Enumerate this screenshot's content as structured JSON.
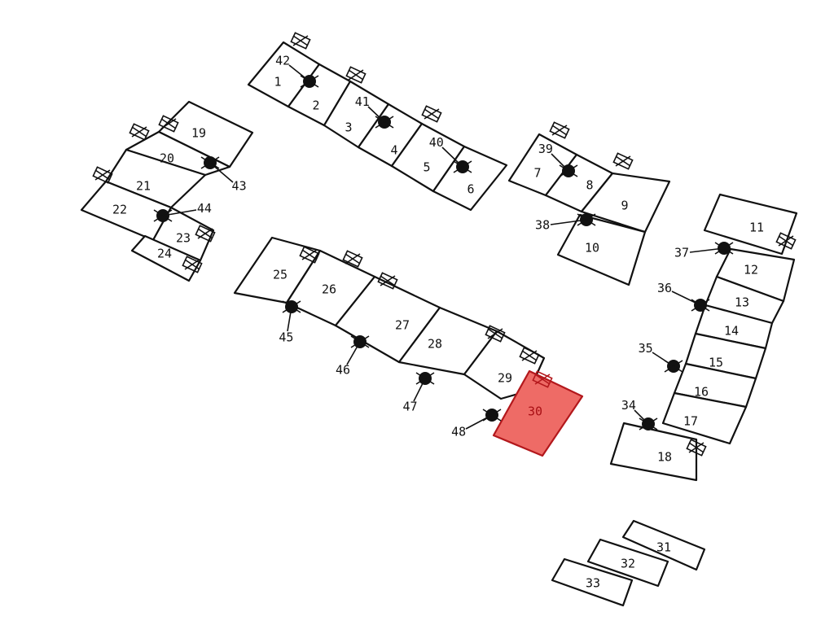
{
  "map": {
    "highlight_color": "#ee6b66",
    "highlighted_unit": "30",
    "units": [
      {
        "label": "1"
      },
      {
        "label": "2"
      },
      {
        "label": "3"
      },
      {
        "label": "4"
      },
      {
        "label": "5"
      },
      {
        "label": "6"
      },
      {
        "label": "7"
      },
      {
        "label": "8"
      },
      {
        "label": "9"
      },
      {
        "label": "10"
      },
      {
        "label": "11"
      },
      {
        "label": "12"
      },
      {
        "label": "13"
      },
      {
        "label": "14"
      },
      {
        "label": "15"
      },
      {
        "label": "16"
      },
      {
        "label": "17"
      },
      {
        "label": "18"
      },
      {
        "label": "19"
      },
      {
        "label": "20"
      },
      {
        "label": "21"
      },
      {
        "label": "22"
      },
      {
        "label": "23"
      },
      {
        "label": "24"
      },
      {
        "label": "25"
      },
      {
        "label": "26"
      },
      {
        "label": "27"
      },
      {
        "label": "28"
      },
      {
        "label": "29"
      },
      {
        "label": "30"
      },
      {
        "label": "31"
      },
      {
        "label": "32"
      },
      {
        "label": "33"
      }
    ],
    "mech_rooms": [
      {
        "label": "34"
      },
      {
        "label": "35"
      },
      {
        "label": "36"
      },
      {
        "label": "37"
      },
      {
        "label": "38"
      },
      {
        "label": "39"
      },
      {
        "label": "40"
      },
      {
        "label": "41"
      },
      {
        "label": "42"
      },
      {
        "label": "43"
      },
      {
        "label": "44"
      },
      {
        "label": "45"
      },
      {
        "label": "46"
      },
      {
        "label": "47"
      },
      {
        "label": "48"
      }
    ]
  }
}
